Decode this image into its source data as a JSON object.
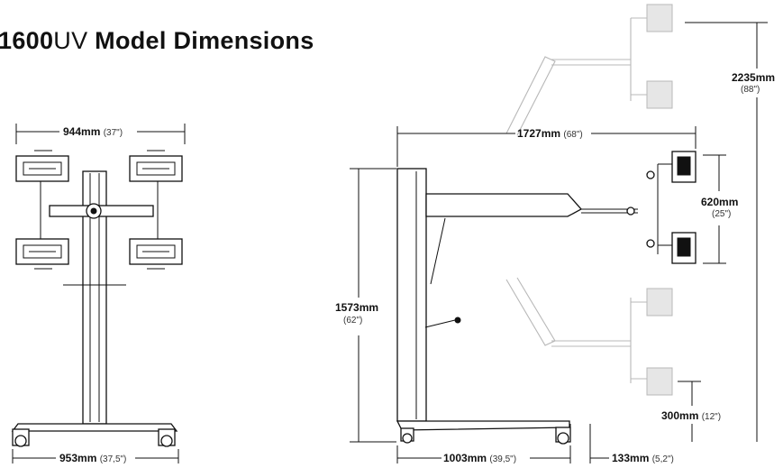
{
  "title": {
    "model_number": "1600",
    "model_suffix": "UV",
    "rest": " Model Dimensions"
  },
  "dimensions": {
    "front_top_width": {
      "value": "944mm",
      "imperial": "(37\")"
    },
    "front_base_width": {
      "value": "953mm",
      "imperial": "(37,5\")"
    },
    "side_reach": {
      "value": "1727mm",
      "imperial": "(68\")"
    },
    "side_height": {
      "value": "1573mm",
      "imperial": "(62\")"
    },
    "max_height": {
      "value": "2235mm",
      "imperial": "(88\")"
    },
    "lamp_span": {
      "value": "620mm",
      "imperial": "(25\")"
    },
    "min_height": {
      "value": "300mm",
      "imperial": "(12\")"
    },
    "base_length": {
      "value": "1003mm",
      "imperial": "(39,5\")"
    },
    "overhang": {
      "value": "133mm",
      "imperial": "(5,2\")"
    }
  },
  "colors": {
    "line": "#111111",
    "ghost": "#b8b8b8",
    "background": "#ffffff"
  }
}
